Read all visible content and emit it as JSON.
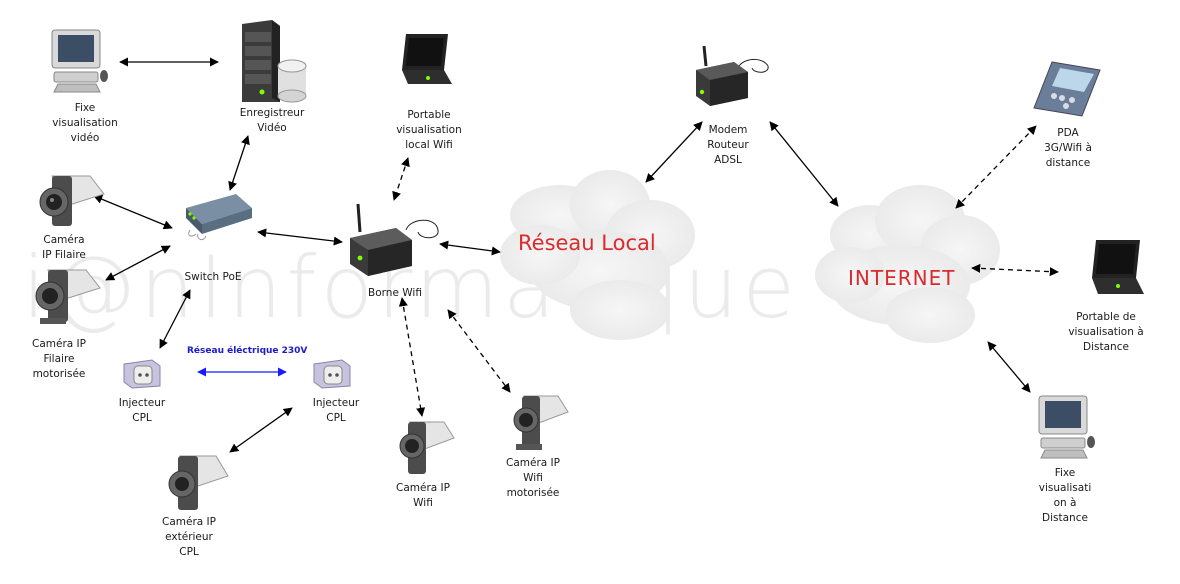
{
  "watermark": "i@nInformatique",
  "labels": {
    "fixe_local": "Fixe\nvisualisation\nvidéo",
    "enregistreur": "Enregistreur\nVidéo",
    "portable_local": "Portable\nvisualisation\nlocal Wifi",
    "modem": "Modem\nRouteur\nADSL",
    "pda": "PDA\n3G/Wifi à\ndistance",
    "camera_filaire": "Caméra\nIP Filaire",
    "switch": "Switch PoE",
    "borne": "Borne Wifi",
    "camera_filaire_moto": "Caméra IP\nFilaire\nmotorisée",
    "injecteur_left": "Injecteur\nCPL",
    "injecteur_right": "Injecteur\nCPL",
    "camera_cpl": "Caméra IP\nextérieur\nCPL",
    "camera_wifi": "Caméra IP\nWifi",
    "camera_wifi_moto": "Caméra IP\nWifi\nmotorisée",
    "portable_distance": "Portable de\nvisualisation à\nDistance",
    "fixe_distance": "Fixe\nvisualisati\non à\nDistance"
  },
  "cpl_network": "Réseau éléctrique 230V",
  "reseau_local": "Réseau Local",
  "internet": "INTERNET"
}
